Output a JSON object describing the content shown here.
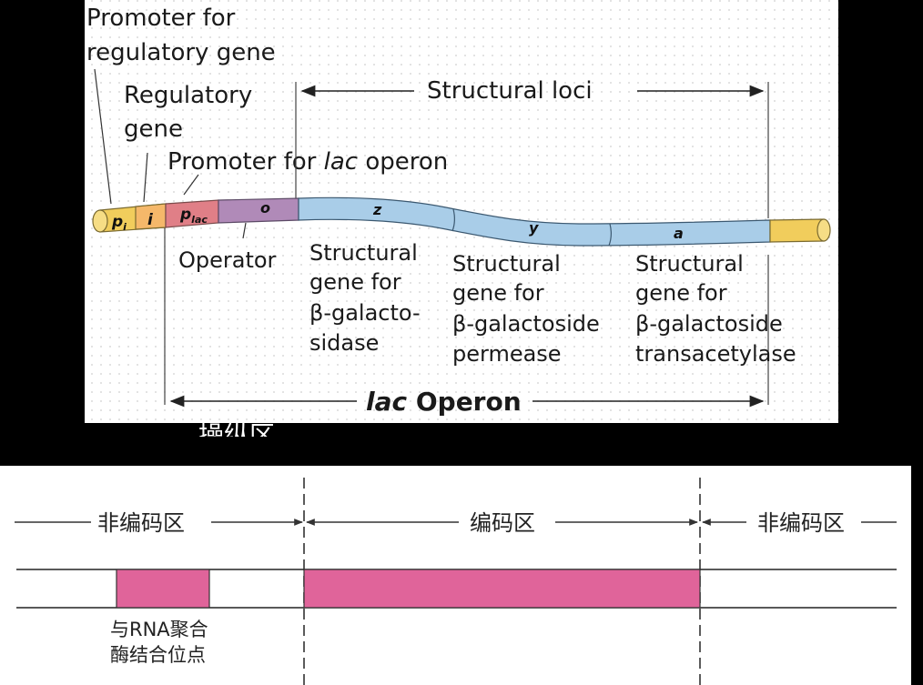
{
  "top_diagram": {
    "labels": {
      "promoter_regulatory_line1": "Promoter for",
      "promoter_regulatory_line2": "regulatory gene",
      "regulatory_gene_line1": "Regulatory",
      "regulatory_gene_line2": "gene",
      "structural_loci": "Structural loci",
      "promoter_lac_prefix": "Promoter for ",
      "promoter_lac_italic": "lac",
      "promoter_lac_suffix": " operon",
      "operator": "Operator",
      "lac_operon_italic": "lac",
      "lac_operon_suffix": " Operon",
      "overflow_text": "操纵区"
    },
    "segments": {
      "pi": "p",
      "pi_sub": "i",
      "i": "i",
      "plac": "p",
      "plac_sub": "lac",
      "o": "o",
      "z": "z",
      "y": "y",
      "a": "a"
    },
    "structural_genes": [
      {
        "l1": "Structural",
        "l2": "gene for",
        "l3": "β-galacto-",
        "l4": "sidase"
      },
      {
        "l1": "Structural",
        "l2": "gene for",
        "l3": "β-galactoside",
        "l4": "permease"
      },
      {
        "l1": "Structural",
        "l2": "gene for",
        "l3": "β-galactoside",
        "l4": "transacetylase"
      }
    ],
    "colors": {
      "yellow": "#f1cd5c",
      "orange": "#ef9a5e",
      "pink_red": "#e07f87",
      "purple": "#b08ab8",
      "blue": "#a9cde8"
    }
  },
  "bottom_diagram": {
    "labels": {
      "noncoding_left": "非编码区",
      "coding": "编码区",
      "noncoding_right": "非编码区",
      "rna_site_line1": "与RNA聚合",
      "rna_site_line2": "酶结合位点"
    },
    "colors": {
      "box": "#e0649a"
    }
  }
}
